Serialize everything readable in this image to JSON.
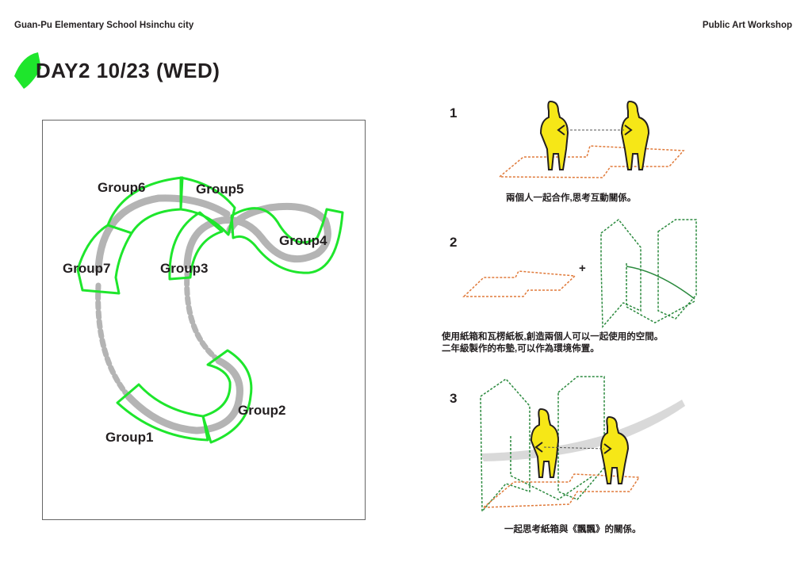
{
  "header": {
    "school": "Guan-Pu Elementary School Hsinchu city",
    "workshop": "Public Art Workshop"
  },
  "title": "DAY2 10/23 (WED)",
  "colors": {
    "accent": "#1ee62c",
    "path_gray": "#b4b4b4",
    "figure_yellow": "#f6e717",
    "floor_orange": "#e07a3a",
    "box_green": "#2b8a3e"
  },
  "map": {
    "groups": [
      "Group1",
      "Group2",
      "Group3",
      "Group4",
      "Group5",
      "Group6",
      "Group7"
    ]
  },
  "steps": [
    {
      "number": "1",
      "caption": "兩個人一起合作,思考互動關係。"
    },
    {
      "number": "2",
      "caption_line1": "使用紙箱和瓦楞紙板,創造兩個人可以一起使用的空間。",
      "caption_line2": "二年級製作的布墊,可以作為環境佈置。",
      "plus": "+"
    },
    {
      "number": "3",
      "caption": "一起思考紙箱與《飄飄》的關係。"
    }
  ]
}
